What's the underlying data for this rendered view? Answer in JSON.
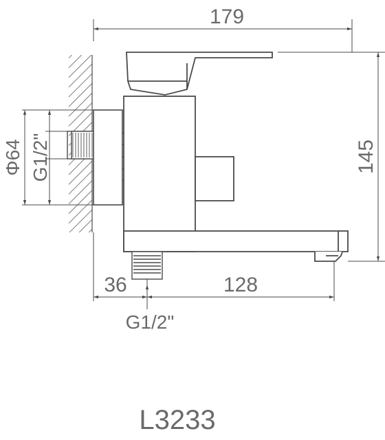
{
  "drawing": {
    "dimensions": {
      "overall_width": "179",
      "overall_height": "145",
      "flange_diameter": "Φ64",
      "inlet_thread": "G1/2\"",
      "wall_to_spout": "36",
      "spout_to_end": "128",
      "spout_thread": "G1/2\""
    },
    "model_code": "L3233",
    "line_color": "#4a4a4a",
    "text_color": "#6a6a6a",
    "wall_hatch_color": "#5a5a5a"
  }
}
